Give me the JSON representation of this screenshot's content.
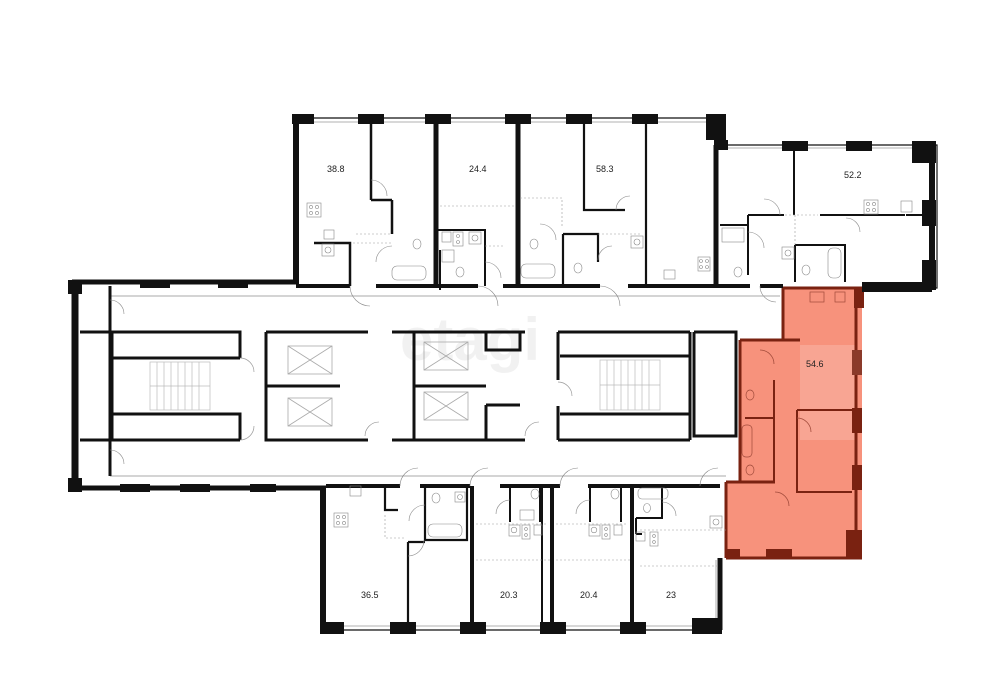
{
  "diagram": {
    "type": "floor-plan",
    "watermark": "etagi",
    "colors": {
      "wall": "#111111",
      "thin_line": "#333333",
      "fixture": "#9a9a9a",
      "highlight_fill": "#f7927c",
      "highlight_wall": "#7a2211",
      "background": "#ffffff"
    },
    "apartments": [
      {
        "id": "apt-top-1",
        "area": "38.8",
        "highlighted": false
      },
      {
        "id": "apt-top-2",
        "area": "24.4",
        "highlighted": false
      },
      {
        "id": "apt-top-3",
        "area": "58.3",
        "highlighted": false
      },
      {
        "id": "apt-top-4",
        "area": "52.2",
        "highlighted": false
      },
      {
        "id": "apt-right",
        "area": "54.6",
        "highlighted": true
      },
      {
        "id": "apt-bottom-1",
        "area": "36.5",
        "highlighted": false
      },
      {
        "id": "apt-bottom-2",
        "area": "20.3",
        "highlighted": false
      },
      {
        "id": "apt-bottom-3",
        "area": "20.4",
        "highlighted": false
      },
      {
        "id": "apt-bottom-4",
        "area": "23",
        "highlighted": false
      }
    ],
    "core": {
      "stairwells": 2,
      "elevators": 4
    }
  }
}
